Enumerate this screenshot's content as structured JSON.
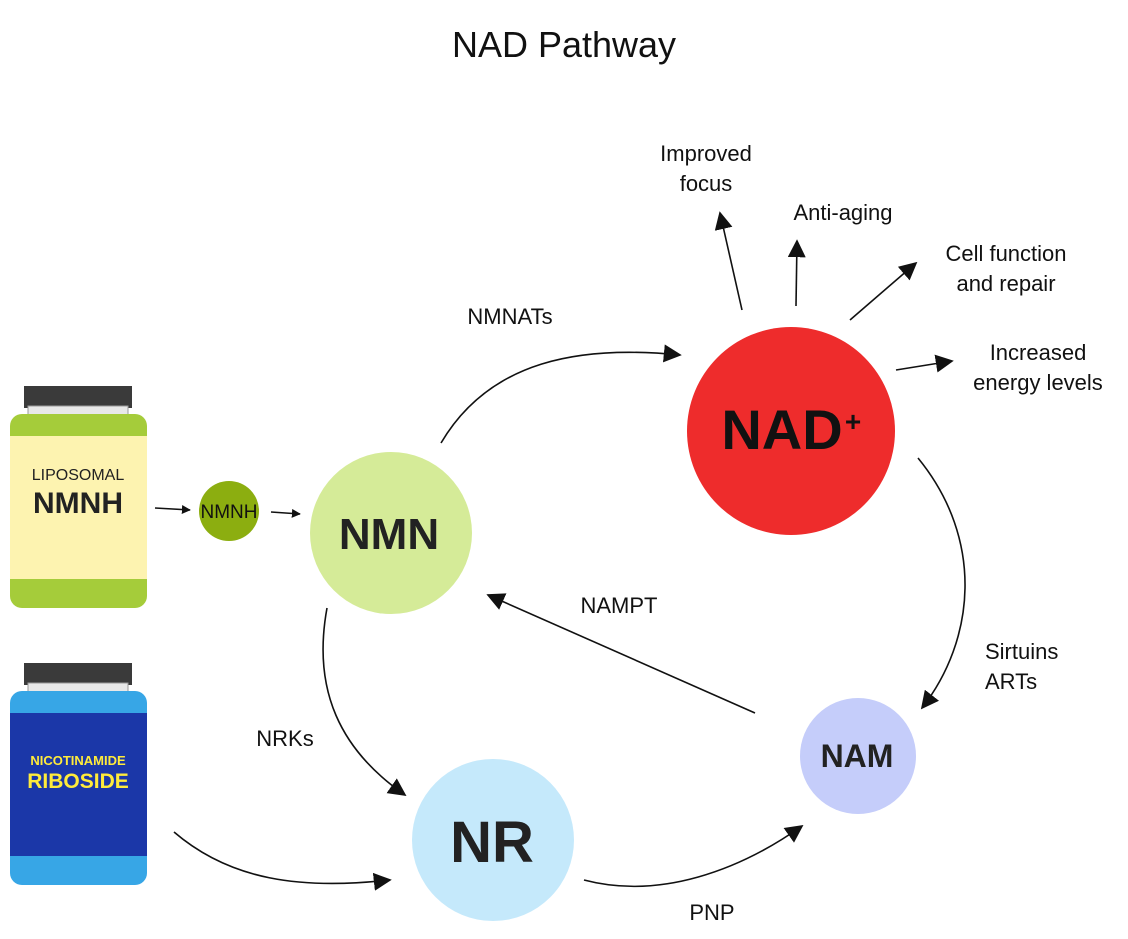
{
  "title": "NAD Pathway",
  "nodes": {
    "nad": {
      "label": "NAD",
      "superscript": "+",
      "color": "#ee2c2c"
    },
    "nmn": {
      "label": "NMN",
      "color": "#d5eb98"
    },
    "nr": {
      "label": "NR",
      "color": "#c5e9fb"
    },
    "nam": {
      "label": "NAM",
      "color": "#c5cdfa"
    },
    "nmnh_small": {
      "label": "NMNH",
      "color": "#8cae10"
    }
  },
  "enzymes": {
    "nmnats": "NMNATs",
    "nampt": "NAMPT",
    "nrks": "NRKs",
    "pnp": "PNP",
    "sirtuins_line1": "Sirtuins",
    "sirtuins_line2": "ARTs"
  },
  "benefits": {
    "focus_line1": "Improved",
    "focus_line2": "focus",
    "anti_aging": "Anti-aging",
    "cell_line1": "Cell function",
    "cell_line2": "and repair",
    "energy_line1": "Increased",
    "energy_line2": "energy levels"
  },
  "bottles": {
    "nmnh": {
      "line1": "LIPOSOMAL",
      "line2": "NMNH",
      "band_color": "#a5cc3a",
      "label_color": "#fdf3b0"
    },
    "nr": {
      "line1": "NICOTINAMIDE",
      "line2": "RIBOSIDE",
      "band_color": "#37a6e6",
      "label_color": "#1b37a8",
      "text_color": "#ffeb3b"
    }
  }
}
